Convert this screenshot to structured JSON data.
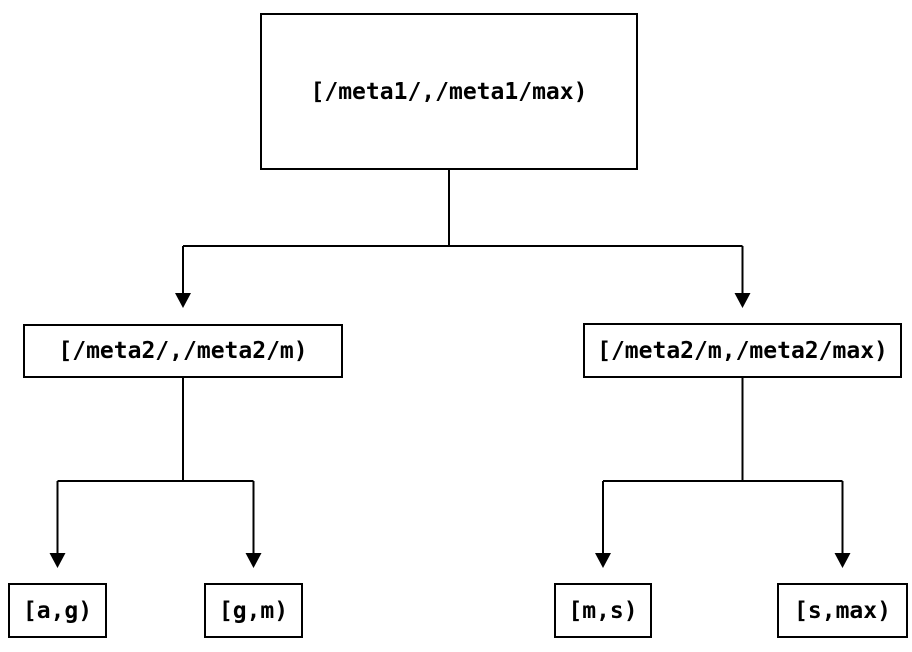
{
  "diagram": {
    "type": "tree",
    "nodes": {
      "root": {
        "label": "[/meta1/,/meta1/max)"
      },
      "mid_left": {
        "label": "[/meta2/,/meta2/m)"
      },
      "mid_right": {
        "label": "[/meta2/m,/meta2/max)"
      },
      "leaf_ag": {
        "label": "[a,g)"
      },
      "leaf_gm": {
        "label": "[g,m)"
      },
      "leaf_ms": {
        "label": "[m,s)"
      },
      "leaf_smax": {
        "label": "[s,max)"
      }
    },
    "edges": [
      {
        "from": "root",
        "to": "mid_left"
      },
      {
        "from": "root",
        "to": "mid_right"
      },
      {
        "from": "mid_left",
        "to": "leaf_ag"
      },
      {
        "from": "mid_left",
        "to": "leaf_gm"
      },
      {
        "from": "mid_right",
        "to": "leaf_ms"
      },
      {
        "from": "mid_right",
        "to": "leaf_smax"
      }
    ],
    "colors": {
      "line": "#000000",
      "box_border": "#000000",
      "text": "#000000",
      "background": "#ffffff"
    }
  }
}
